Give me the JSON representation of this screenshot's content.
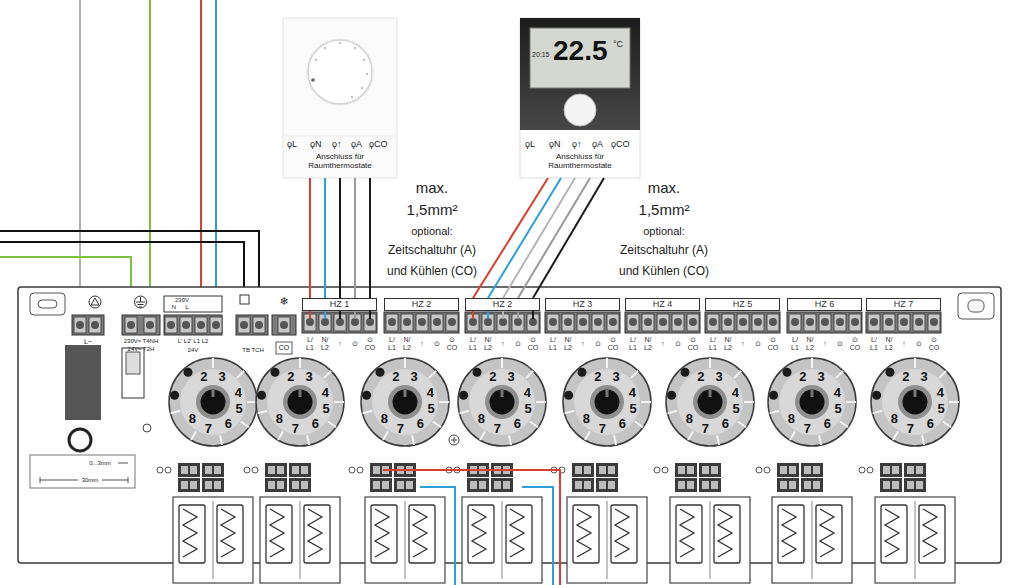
{
  "diagram": {
    "nodes": [
      {
        "text": [
          "ϙL",
          "ϙN",
          "ϙ↑",
          "ϙA",
          "ϙCO",
          "Anschluss für Raumthermostate"
        ]
      },
      {
        "text": [
          "20:15",
          "22.5",
          "°C",
          "ϙL",
          "ϙN",
          "ϙ↑",
          "ϙA",
          "ϙCO",
          "Anschluss für Raumthermostate"
        ]
      },
      {
        "text": [
          "HZ 1"
        ]
      },
      {
        "text": [
          "HZ 2"
        ]
      },
      {
        "text": [
          "HZ 2"
        ]
      },
      {
        "text": [
          "HZ 3"
        ]
      },
      {
        "text": [
          "HZ 4"
        ]
      },
      {
        "text": [
          "HZ 5"
        ]
      },
      {
        "text": [
          "HZ 6"
        ]
      },
      {
        "text": [
          "HZ 7"
        ]
      }
    ],
    "edges": [
      {
        "from": 0,
        "to": 2,
        "arrow": "none"
      },
      {
        "from": 0,
        "to": 2,
        "arrow": "none"
      },
      {
        "from": 0,
        "to": 2,
        "arrow": "none"
      },
      {
        "from": 0,
        "to": 2,
        "arrow": "none"
      },
      {
        "from": 0,
        "to": 2,
        "arrow": "none"
      },
      {
        "from": 1,
        "to": 4,
        "arrow": "none"
      },
      {
        "from": 1,
        "to": 4,
        "arrow": "none"
      },
      {
        "from": 1,
        "to": 4,
        "arrow": "none"
      },
      {
        "from": 1,
        "to": 4,
        "arrow": "none"
      },
      {
        "from": 1,
        "to": 4,
        "arrow": "none"
      }
    ],
    "labels": [
      "max.",
      "1,5mm²",
      "optional:",
      "Zeitschaltuhr (A)",
      "und Kühlen (CO)",
      "max.",
      "1,5mm²",
      "optional:",
      "Zeitschaltuhr (A)",
      "und Kühlen (CO)",
      "L~",
      "230V≈ T4NH",
      "24V≈ T2H",
      "230V",
      "N",
      "L",
      "L' L2' L1 L2",
      "24V",
      "❄",
      "TB TCH",
      "CO",
      "L/ L1",
      "N/ L2",
      "↑",
      "⊙",
      "⊙ CO",
      "L/ L1",
      "N/ L2",
      "↑",
      "⊙",
      "⊙ CO",
      "L/ L1",
      "N/ L2",
      "↑",
      "⊙",
      "⊙ CO",
      "L/ L1",
      "N/ L2",
      "↑",
      "⊙",
      "⊙ CO",
      "L/ L1",
      "N/ L2",
      "↑",
      "⊙",
      "⊙ CO",
      "L/ L1",
      "N/ L2",
      "↑",
      "⊙",
      "⊙ CO",
      "L/ L1",
      "N/ L2",
      "↑",
      "⊙",
      "⊙ CO",
      "L/ L1",
      "N/ L2",
      "↑",
      "⊙",
      "⊙ CO",
      "2",
      "3",
      "4",
      "5",
      "6",
      "7",
      "8",
      "2",
      "3",
      "4",
      "5",
      "6",
      "7",
      "8",
      "2",
      "3",
      "4",
      "5",
      "6",
      "7",
      "8",
      "2",
      "3",
      "4",
      "5",
      "6",
      "7",
      "8",
      "2",
      "3",
      "4",
      "5",
      "6",
      "7",
      "8",
      "2",
      "3",
      "4",
      "5",
      "6",
      "7",
      "8",
      "2",
      "3",
      "4",
      "5",
      "6",
      "7",
      "8",
      "2",
      "3",
      "4",
      "5",
      "6",
      "7",
      "8",
      "0...3mm",
      "30mm"
    ]
  }
}
